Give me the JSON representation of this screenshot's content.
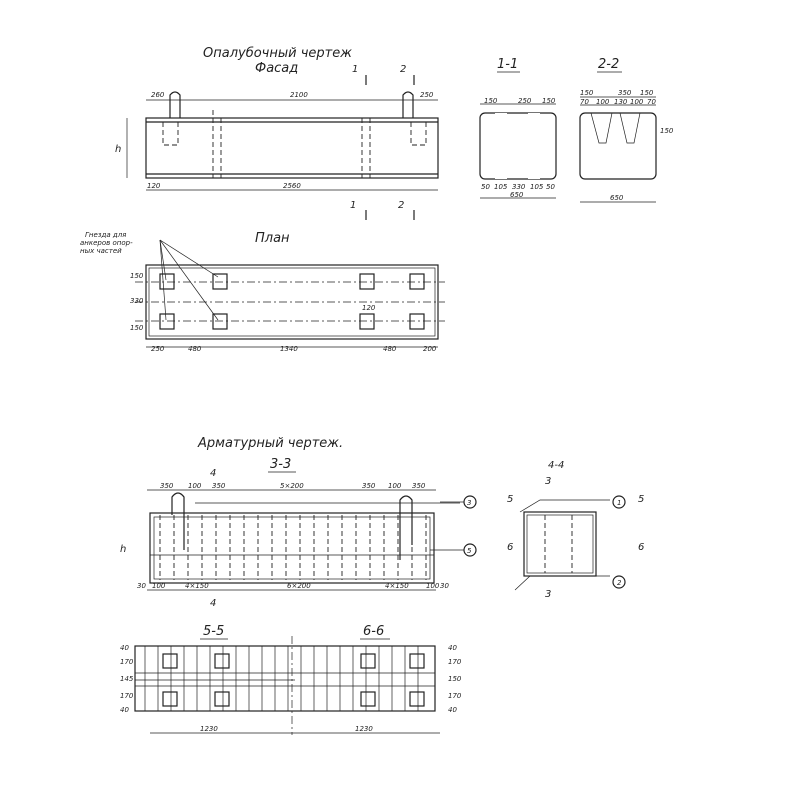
{
  "formwork": {
    "title": "Опалубочный чертеж",
    "facade": "Фасад",
    "dim_top": "2100",
    "dim_left": "260",
    "dim_right": "250",
    "dim_total": "2560",
    "dim_small": "120",
    "h": "h",
    "cut1": "1",
    "cut2": "2"
  },
  "sec11": {
    "title": "1-1",
    "top": [
      "150",
      "250",
      "150"
    ],
    "bottom": [
      "50",
      "105",
      "330",
      "105",
      "50"
    ],
    "total": "650"
  },
  "sec22": {
    "title": "2-2",
    "top": [
      "150",
      "350",
      "150"
    ],
    "mid": [
      "70",
      "100",
      "130",
      "100",
      "70"
    ],
    "side": "150",
    "total": "650"
  },
  "plan": {
    "title": "План",
    "note": [
      "Гнезда для",
      "анкеров опор-",
      "ных частей"
    ],
    "left_dims": [
      "150",
      "330",
      "150"
    ],
    "bottom_dims": [
      "250",
      "480",
      "1340",
      "480",
      "200"
    ],
    "socket": "120"
  },
  "rebar": {
    "title": "Арматурный чертеж.",
    "sec33": "3-3",
    "cut4": "4",
    "top_dims": [
      "350",
      "100",
      "350",
      "5×200",
      "350",
      "100",
      "350"
    ],
    "bottom_dims": [
      "30",
      "100",
      "4×150",
      "6×200",
      "4×150",
      "100",
      "30"
    ],
    "marks": [
      "3",
      "5"
    ],
    "h": "h"
  },
  "sec44": {
    "title": "4-4",
    "cut3": "3",
    "cut5": "5",
    "cut6": "6",
    "marks": [
      "1",
      "2"
    ]
  },
  "sec55": {
    "title": "5-5",
    "left": [
      "40",
      "170",
      "145",
      "170",
      "40"
    ],
    "dim": "1230"
  },
  "sec66": {
    "title": "6-6",
    "right": [
      "40",
      "170",
      "150",
      "170",
      "40"
    ],
    "dim": "1230"
  }
}
